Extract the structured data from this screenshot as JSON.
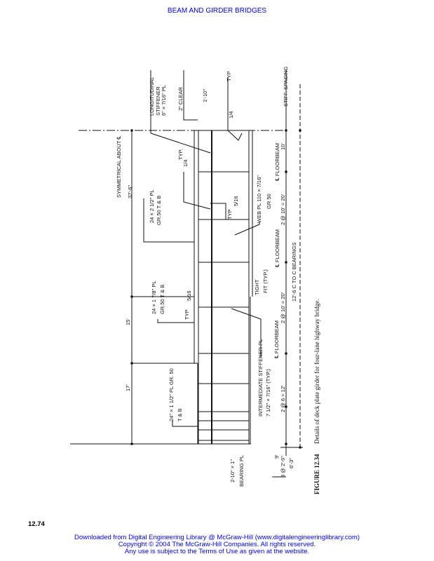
{
  "header": {
    "running_title": "BEAM AND GIRDER BRIDGES"
  },
  "page_number": "12.74",
  "footer": {
    "line1": "Downloaded from Digital Engineering Library @ McGraw-Hill (www.digitalengineeringlibrary.com)",
    "line2": "Copyright © 2004 The McGraw-Hill Companies. All rights reserved.",
    "line3": "Any use is subject to the Terms of Use as given at the website."
  },
  "figure": {
    "number": "FIGURE 12.34",
    "caption": "Details of deck plate girder for four-lane highway bridge.",
    "labels": [
      "SYMMETRICAL ABOUT ℄",
      "37'-6\"",
      "LONGITUDINAL",
      "STIFFENER",
      "6\" × 7/16\" PL",
      "2\" CLEAR",
      "1'-10\"",
      "TYP",
      "1/4",
      "TYP.",
      "1/4",
      "5/16",
      "TYP",
      "WEB PL 110 × 7/16\"",
      "GR 50",
      "24 × 2 1/2\" PL",
      "GR.50 T & B",
      "℄ FLOORBEAM",
      "10'",
      "℄ FLOORBEAM",
      "2 @ 10' = 20'",
      "12'-6 C TO C BEARINGS",
      "STIFF. SPACING",
      "24 × 1 7/8\" PL",
      "GR.50 T & B",
      "TYP",
      "5/16",
      "TIGHT",
      "FIT (TYP.)",
      "℄ FLOORBEAM",
      "2 @ 10' = 20'",
      "15'",
      "17'",
      "24\" × 1 1/2\" PL GR. 50",
      "T & B",
      "INTERMEDIATE STIFFENER PL",
      "7 1/2\" × 7/16\" (TYP.)",
      "2 @ 6 = 12'",
      "9'",
      "3 @ 2'-9\"",
      "6'-3\"",
      "2-10\" × 1\"",
      "BEARING PL"
    ]
  },
  "colors": {
    "link_blue": "#0000ee",
    "ink": "#111111"
  }
}
